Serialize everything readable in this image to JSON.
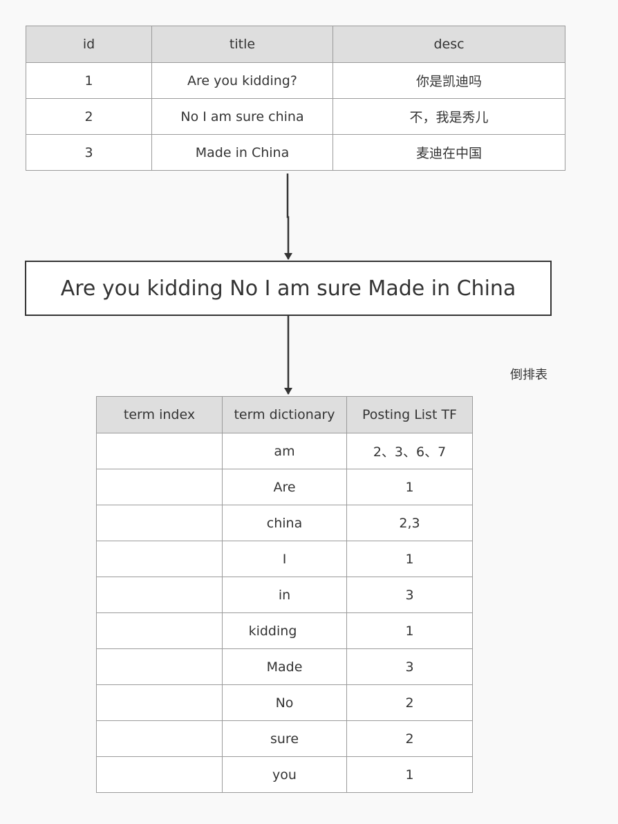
{
  "source_table": {
    "headers": [
      "id",
      "title",
      "desc"
    ],
    "rows": [
      [
        "1",
        "Are you kidding?",
        "你是凯迪吗"
      ],
      [
        "2",
        "No I am sure china",
        "不，我是秀儿"
      ],
      [
        "3",
        "Made in China",
        "麦迪在中国"
      ]
    ]
  },
  "concat_text": "Are you kidding No I am sure Made in China",
  "inverted_label": "倒排表",
  "inverted_table": {
    "headers": [
      "term index",
      "term dictionary",
      "Posting List  TF"
    ],
    "rows": [
      [
        "",
        "am",
        "2、3、6、7"
      ],
      [
        "",
        "Are",
        "1"
      ],
      [
        "",
        "china",
        "2,3"
      ],
      [
        "",
        "I",
        "1"
      ],
      [
        "",
        "in",
        "3"
      ],
      [
        "",
        "kidding",
        "1"
      ],
      [
        "",
        "Made",
        "3"
      ],
      [
        "",
        "No",
        "2"
      ],
      [
        "",
        "sure",
        "2"
      ],
      [
        "",
        "you",
        "1"
      ]
    ]
  }
}
